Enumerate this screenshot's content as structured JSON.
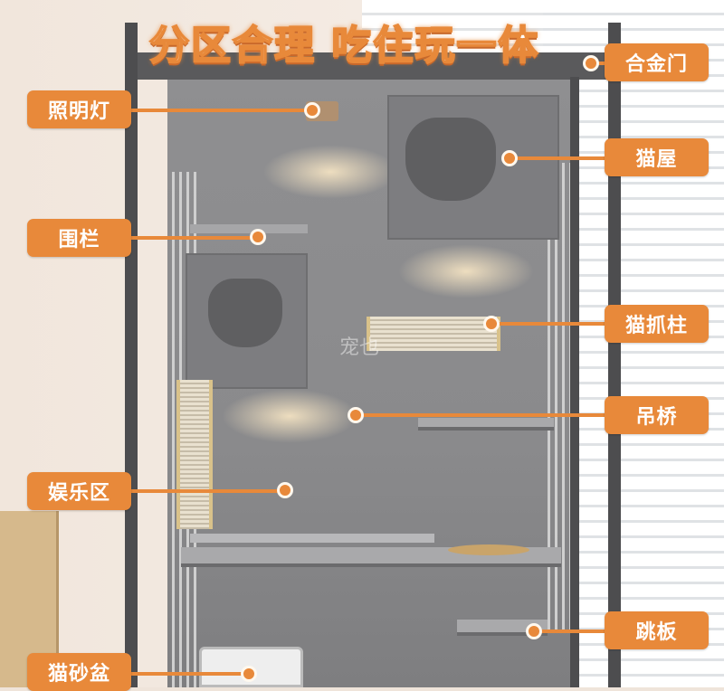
{
  "headline": "分区合理 吃住玩一体",
  "watermark": "宠也",
  "accent_color": "#e8893a",
  "callouts": {
    "lighting": "照明灯",
    "fence": "围栏",
    "play_area": "娱乐区",
    "litter_box": "猫砂盆",
    "alloy_door": "合金门",
    "cat_house": "猫屋",
    "scratching_post": "猫抓柱",
    "suspension_bridge": "吊桥",
    "springboard": "跳板"
  }
}
